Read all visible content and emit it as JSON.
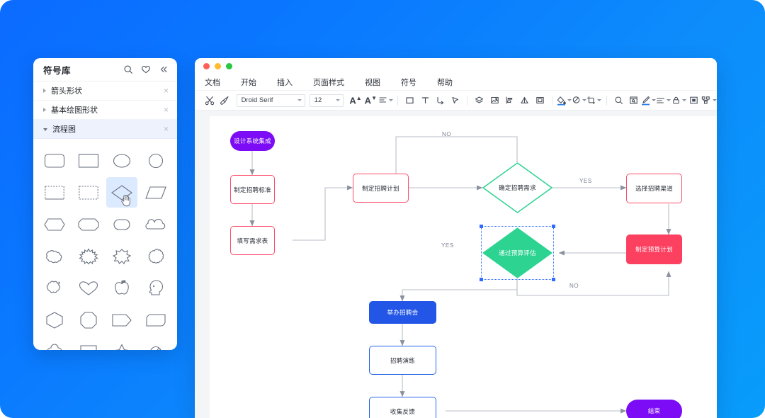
{
  "background": {
    "gradient_from": "#0b6bff",
    "gradient_to": "#089cfb"
  },
  "symbol_panel": {
    "title": "符号库",
    "icons": [
      {
        "name": "search-icon",
        "label": "搜索"
      },
      {
        "name": "favorite-heart-icon",
        "label": "收藏"
      },
      {
        "name": "collapse-left-icon",
        "label": "收起"
      }
    ],
    "groups": [
      {
        "label": "箭头形状",
        "expanded": false,
        "close": "×"
      },
      {
        "label": "基本绘图形状",
        "expanded": false,
        "close": "×"
      },
      {
        "label": "流程图",
        "expanded": true,
        "close": "×"
      }
    ],
    "shapes": [
      {
        "name": "rounded-rectangle-shape",
        "selected": false
      },
      {
        "name": "rectangle-shape",
        "selected": false
      },
      {
        "name": "ellipse-shape",
        "selected": false
      },
      {
        "name": "circle-shape",
        "selected": false
      },
      {
        "name": "dashed-open-top-shape",
        "selected": false
      },
      {
        "name": "dashed-rectangle-shape",
        "selected": false
      },
      {
        "name": "diamond-shape",
        "selected": true
      },
      {
        "name": "parallelogram-shape",
        "selected": false
      },
      {
        "name": "hexagon-flat-shape",
        "selected": false
      },
      {
        "name": "octagon-wide-shape",
        "selected": false
      },
      {
        "name": "bubble-shape",
        "selected": false
      },
      {
        "name": "cloud-small-shape",
        "selected": false
      },
      {
        "name": "cloud-shape",
        "selected": false
      },
      {
        "name": "explosion-shape",
        "selected": false
      },
      {
        "name": "starburst-shape",
        "selected": false
      },
      {
        "name": "scalloped-circle-shape",
        "selected": false
      },
      {
        "name": "speech-blob-shape",
        "selected": false
      },
      {
        "name": "heart-shape",
        "selected": false
      },
      {
        "name": "apple-shape",
        "selected": false
      },
      {
        "name": "head-profile-shape",
        "selected": false
      },
      {
        "name": "hexagon-shape",
        "selected": false
      },
      {
        "name": "octagon-shape",
        "selected": false
      },
      {
        "name": "tag-shape",
        "selected": false
      },
      {
        "name": "leaf-shape",
        "selected": false
      },
      {
        "name": "quatrefoil-shape",
        "selected": false
      },
      {
        "name": "diamond-gem-shape",
        "selected": false
      },
      {
        "name": "star-shape",
        "selected": false
      },
      {
        "name": "crossed-circle-shape",
        "selected": false
      },
      {
        "name": "inline-resistor-shape",
        "selected": false
      },
      {
        "name": "inline-node-shape",
        "selected": false
      }
    ],
    "cursor": "hand-pointer-cursor"
  },
  "app_window": {
    "traffic_lights": [
      {
        "name": "close",
        "color": "#ff5f57"
      },
      {
        "name": "minimize",
        "color": "#febc2e"
      },
      {
        "name": "zoom",
        "color": "#28c840"
      }
    ],
    "menu": [
      "文档",
      "开始",
      "插入",
      "页面样式",
      "视图",
      "符号",
      "帮助"
    ],
    "toolbar": {
      "cut": "cut-scissors-icon",
      "format_painter": "format-painter-icon",
      "font_family": {
        "value": "Droid Serif",
        "placeholder": "Droid Serif"
      },
      "font_size": {
        "value": "12",
        "placeholder": "12"
      },
      "increase_font": "increase-font-size-icon",
      "decrease_font": "decrease-font-size-icon",
      "align": "text-align-icon",
      "shape": "shape-rectangle-icon",
      "text": "insert-text-icon",
      "connector": "connector-line-icon",
      "pointer": "pointer-cursor-icon",
      "layers": "layers-icon",
      "image": "insert-image-icon",
      "align_objects": "align-objects-icon",
      "distribute": "distribute-icon",
      "frame": "frame-icon",
      "fill_color": "fill-color-icon",
      "line_color": "line-color-icon",
      "crop": "crop-icon",
      "zoom": "zoom-search-icon",
      "page_preview": "page-preview-icon",
      "pen": "pen-edit-icon",
      "line_style": "line-style-icon",
      "lock": "lock-icon",
      "shadow": "shadow-icon",
      "group": "group-objects-icon"
    }
  },
  "flowchart": {
    "nodes": [
      {
        "id": "n1",
        "label": "设计系统集成",
        "style": "fill-purple",
        "shape": "term"
      },
      {
        "id": "n2",
        "label": "制定招聘标准",
        "style": "out-red",
        "shape": "rect"
      },
      {
        "id": "n3",
        "label": "填写需求表",
        "style": "out-red",
        "shape": "rect"
      },
      {
        "id": "n4",
        "label": "制定招聘计划",
        "style": "out-red",
        "shape": "rect"
      },
      {
        "id": "n5",
        "label": "确定招聘需求",
        "style": "diamond-teal-outline",
        "shape": "diamond"
      },
      {
        "id": "n6",
        "label": "选择招聘渠道",
        "style": "out-red",
        "shape": "rect"
      },
      {
        "id": "n7",
        "label": "制定预算计划",
        "style": "fill-red",
        "shape": "rect"
      },
      {
        "id": "n8",
        "label": "通过预算评估",
        "style": "diamond-teal-fill",
        "shape": "diamond",
        "selected": true
      },
      {
        "id": "n9",
        "label": "举办招聘会",
        "style": "fill-blue",
        "shape": "rect"
      },
      {
        "id": "n10",
        "label": "招聘演练",
        "style": "out-blue",
        "shape": "rect"
      },
      {
        "id": "n11",
        "label": "收集反馈",
        "style": "out-blue",
        "shape": "rect"
      },
      {
        "id": "n12",
        "label": "结束",
        "style": "fill-purple",
        "shape": "term"
      }
    ],
    "edge_labels": [
      {
        "id": "e-no-top",
        "text": "NO"
      },
      {
        "id": "e-yes-right",
        "text": "YES"
      },
      {
        "id": "e-yes-left",
        "text": "YES"
      },
      {
        "id": "e-no-bottom",
        "text": "NO"
      }
    ],
    "colors": {
      "purple": "#7b0cf5",
      "red_outline": "#fc4c6b",
      "red_fill": "#fb4060",
      "blue_outline": "#2563eb",
      "blue_fill": "#2356e6",
      "teal": "#2dd391",
      "selection": "#2f6bff",
      "connector": "#9ba2ad"
    }
  }
}
